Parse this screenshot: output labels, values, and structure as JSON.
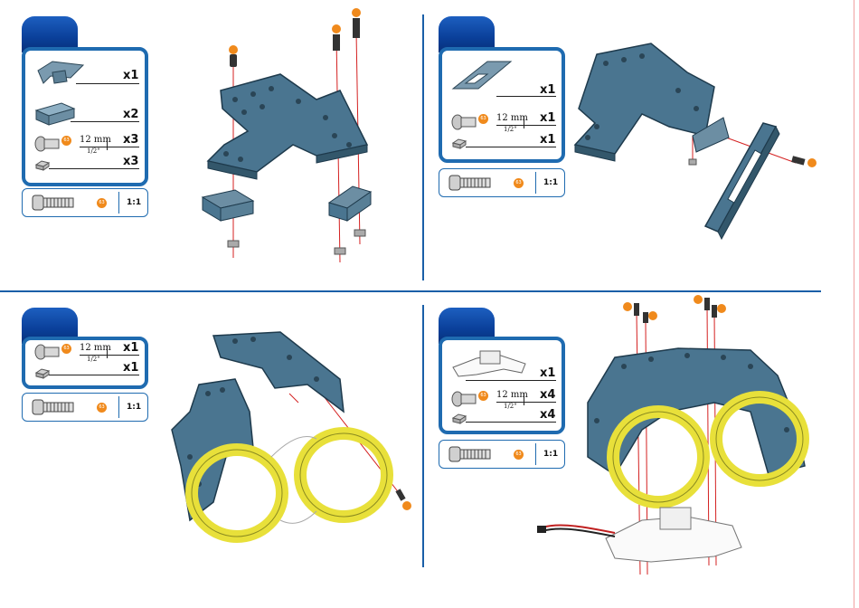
{
  "colors": {
    "accent": "#1f6bb0",
    "step_tab": "#0a3f99",
    "plate": "#4a7590",
    "ring": "#e8e03a",
    "guide_line": "#d42020",
    "badge": "#f08a1c"
  },
  "screw_spec": {
    "mm": "12 mm",
    "inch": "1/2\"",
    "badge": "63"
  },
  "panels": [
    {
      "id": "top-left",
      "parts": [
        {
          "icon": "bracket-plate-icon",
          "qty": "x1"
        },
        {
          "icon": "angle-block-icon",
          "qty": "x2"
        },
        {
          "icon": "screw-icon",
          "qty": "x3",
          "spec": true
        },
        {
          "icon": "nut-icon",
          "qty": "x3"
        }
      ],
      "scale": "1:1",
      "scale_badge": "63"
    },
    {
      "id": "top-right",
      "parts": [
        {
          "icon": "angled-plate-icon",
          "qty": "x1"
        },
        {
          "icon": "screw-icon",
          "qty": "x1",
          "spec": true
        },
        {
          "icon": "nut-icon",
          "qty": "x1"
        }
      ],
      "scale": "1:1",
      "scale_badge": "63"
    },
    {
      "id": "bottom-left",
      "parts": [
        {
          "icon": "screw-icon",
          "qty": "x1",
          "spec": true
        },
        {
          "icon": "nut-icon",
          "qty": "x1"
        }
      ],
      "scale": "1:1",
      "scale_badge": "63"
    },
    {
      "id": "bottom-right",
      "parts": [
        {
          "icon": "servo-mount-icon",
          "qty": "x1"
        },
        {
          "icon": "screw-icon",
          "qty": "x4",
          "spec": true
        },
        {
          "icon": "nut-icon",
          "qty": "x4"
        }
      ],
      "scale": "1:1",
      "scale_badge": "63"
    }
  ],
  "callout": "63"
}
